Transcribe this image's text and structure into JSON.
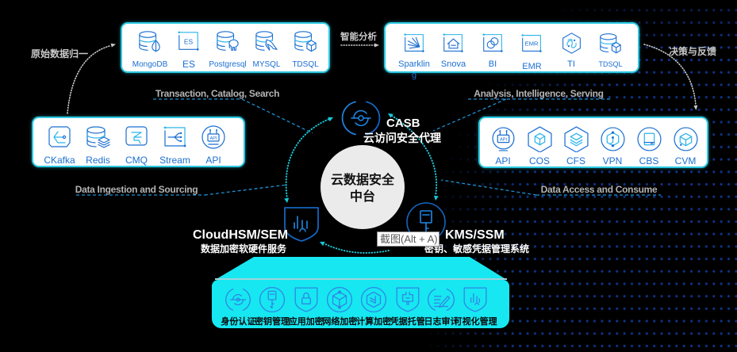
{
  "core": {
    "title_line1": "云数据安全",
    "title_line2": "中台"
  },
  "flows": {
    "normalize": "原始数据归一",
    "analyze": "智能分析",
    "feedback": "决策与反馈"
  },
  "captions": {
    "storage": "Transaction, Catalog, Search",
    "analytics": "Analysis, Intelligence, Serving",
    "ingestion": "Data Ingestion and Sourcing",
    "access": "Data Access and Consume"
  },
  "storage_box": {
    "items": [
      {
        "label": "MongoDB",
        "icon": "mongodb-database-icon"
      },
      {
        "label": "ES",
        "icon": "elasticsearch-frame-icon",
        "icon_text": "ES"
      },
      {
        "label": "Postgresql",
        "icon": "postgresql-database-icon"
      },
      {
        "label": "MYSQL",
        "icon": "mysql-database-icon"
      },
      {
        "label": "TDSQL",
        "icon": "tdsql-database-icon"
      }
    ]
  },
  "analytics_box": {
    "items": [
      {
        "label": "Sparkling",
        "icon": "sparkling-rays-icon"
      },
      {
        "label": "Snova",
        "icon": "snova-house-icon"
      },
      {
        "label": "BI",
        "icon": "bi-circles-icon"
      },
      {
        "label": "EMR",
        "icon": "emr-frame-icon",
        "icon_text": "EMR"
      },
      {
        "label": "TI",
        "icon": "ti-hexagon-icon"
      },
      {
        "label": "TDSQL",
        "icon": "tdsql-database-icon"
      }
    ]
  },
  "ingestion_box": {
    "items": [
      {
        "label": "CKafka",
        "icon": "ckafka-icon"
      },
      {
        "label": "Redis",
        "icon": "redis-database-icon"
      },
      {
        "label": "CMQ",
        "icon": "cmq-message-icon"
      },
      {
        "label": "Stream",
        "icon": "stream-branch-icon"
      },
      {
        "label": "API",
        "icon": "api-gateway-icon",
        "icon_text": "API"
      }
    ]
  },
  "access_box": {
    "items": [
      {
        "label": "API",
        "icon": "api-gateway-icon",
        "icon_text": "API"
      },
      {
        "label": "COS",
        "icon": "cos-cube-icon"
      },
      {
        "label": "CFS",
        "icon": "cfs-layers-icon"
      },
      {
        "label": "VPN",
        "icon": "vpn-node-icon"
      },
      {
        "label": "CBS",
        "icon": "cbs-disk-icon"
      },
      {
        "label": "CVM",
        "icon": "cvm-cube-icon"
      }
    ]
  },
  "services": {
    "casb": {
      "title": "CASB",
      "subtitle": "云访问安全代理",
      "icon": "casb-proxy-icon"
    },
    "hsm": {
      "title": "CloudHSM/SEM",
      "subtitle": "数据加密软硬件服务",
      "icon": "hsm-shield-icon"
    },
    "kms": {
      "title": "KMS/SSM",
      "subtitle": "密钥、敏感凭据管理系统",
      "icon": "kms-key-icon"
    }
  },
  "platform": {
    "items": [
      {
        "label": "身份认证",
        "icon": "identity-target-icon"
      },
      {
        "label": "密钥管理",
        "icon": "key-icon"
      },
      {
        "label": "应用加密",
        "icon": "shield-lock-icon"
      },
      {
        "label": "网络加密",
        "icon": "network-hex-icon"
      },
      {
        "label": "计算加密",
        "icon": "compute-layers-icon"
      },
      {
        "label": "凭据托管",
        "icon": "shield-plug-icon"
      },
      {
        "label": "日志审计",
        "icon": "log-pen-icon"
      },
      {
        "label": "可视化管理",
        "icon": "shield-chart-icon"
      }
    ]
  },
  "tooltip": {
    "text": "截图(Alt + A)"
  },
  "colors": {
    "background": "#000000",
    "platform_cyan": "#17e7f1",
    "box_border": "#2cc9e2",
    "icon_blue": "#1b6fd1",
    "icon_cyan": "#2ab4ea",
    "cycle_arrow": "#18c8d6",
    "dashed_link": "#1f8fd2",
    "service_blue": "#1565c0",
    "core_fill": "#ebebeb",
    "dot_grid": "#0e3386"
  }
}
